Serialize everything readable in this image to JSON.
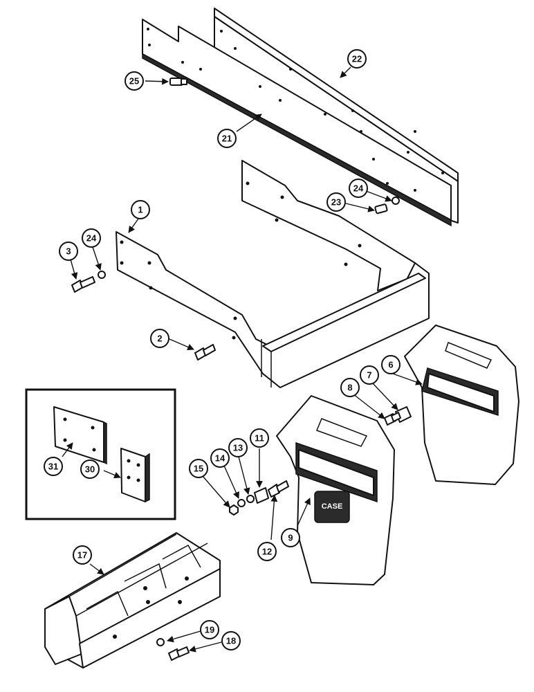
{
  "callouts": {
    "c1": "1",
    "c2": "2",
    "c3": "3",
    "c6": "6",
    "c7": "7",
    "c8": "8",
    "c9": "9",
    "c11": "11",
    "c12": "12",
    "c13": "13",
    "c14": "14",
    "c15": "15",
    "c17": "17",
    "c18": "18",
    "c19": "19",
    "c21": "21",
    "c22": "22",
    "c23": "23",
    "c24a": "24",
    "c24b": "24",
    "c25": "25",
    "c30": "30",
    "c31": "31"
  },
  "weight_logo": "CASE",
  "colors": {
    "line": "#111111",
    "background": "#ffffff"
  }
}
